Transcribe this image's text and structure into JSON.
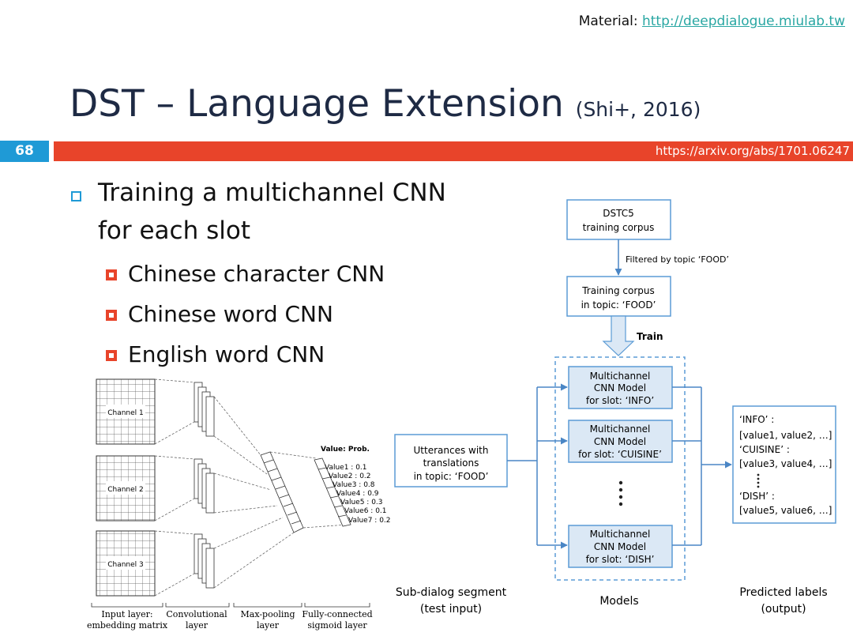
{
  "header": {
    "material_label": "Material:",
    "material_link": "http://deepdialogue.miulab.tw",
    "title": "DST – Language Extension",
    "title_cite": "(Shi+, 2016)",
    "slide_number": "68",
    "arxiv_url": "https://arxiv.org/abs/1701.06247"
  },
  "bullets": {
    "main_line1": "Training a multichannel CNN",
    "main_line2": "for each slot",
    "sub": [
      "Chinese character CNN",
      "Chinese word CNN",
      "English word CNN"
    ]
  },
  "cnn_figure": {
    "channels": [
      "Channel 1",
      "Channel 2",
      "Channel 3"
    ],
    "output_header": "Value: Prob.",
    "outputs": [
      "Value1 : 0.1",
      "Value2 : 0.2",
      "Value3 : 0.8",
      "Value4 : 0.9",
      "Value5 : 0.3",
      "Value6 : 0.1",
      "Value7 : 0.2"
    ],
    "layer_labels": [
      [
        "Input layer:",
        "embedding matrix"
      ],
      [
        "Convolutional",
        "layer"
      ],
      [
        "Max-pooling",
        "layer"
      ],
      [
        "Fully-connected",
        "sigmoid layer"
      ]
    ]
  },
  "flow": {
    "dstc5": [
      "DSTC5",
      "training corpus"
    ],
    "filter_label": "Filtered by topic ‘FOOD’",
    "training_corpus": [
      "Training corpus",
      "in topic: ‘FOOD’"
    ],
    "train_label": "Train",
    "utterances": [
      "Utterances with",
      "translations",
      "in topic: ‘FOOD’"
    ],
    "models": [
      [
        "Multichannel",
        "CNN Model",
        "for slot: ‘INFO’"
      ],
      [
        "Multichannel",
        "CNN Model",
        "for slot: ‘CUISINE’"
      ],
      [
        "Multichannel",
        "CNN Model",
        "for slot: ‘DISH’"
      ]
    ],
    "predicted": [
      "‘INFO’ :",
      "[value1, value2, …]",
      "‘CUISINE’ :",
      "[value3, value4, …]",
      "‘DISH’ :",
      "[value5, value6, …]"
    ],
    "captions": {
      "subdialog": [
        "Sub-dialog segment",
        "(test input)"
      ],
      "models": "Models",
      "predicted": [
        "Predicted labels",
        "(output)"
      ]
    }
  },
  "colors": {
    "accent_blue": "#1f9ad6",
    "accent_red": "#e8442a",
    "box_border": "#5b9bd5",
    "box_fill": "#dbe8f5"
  }
}
